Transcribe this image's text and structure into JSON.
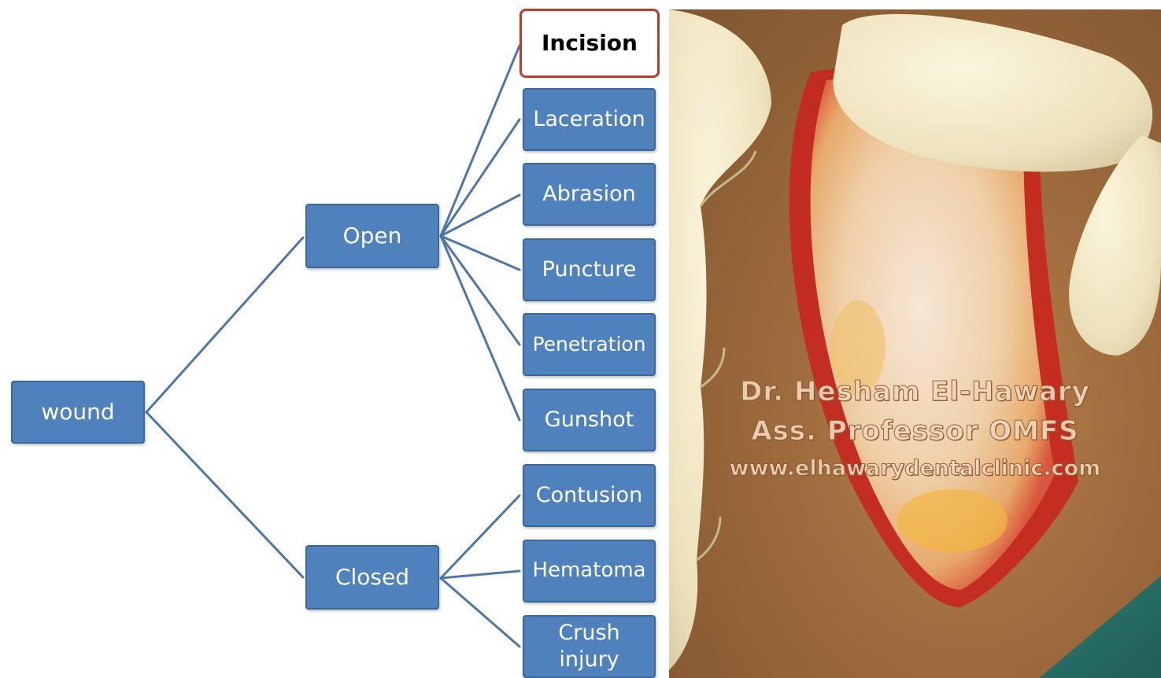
{
  "diagram": {
    "root": "wound",
    "branches": [
      {
        "label": "Open",
        "children": [
          "Incision",
          "Laceration",
          "Abrasion",
          "Puncture",
          "Penetration",
          "Gunshot"
        ]
      },
      {
        "label": "Closed",
        "children": [
          "Contusion",
          "Hematoma",
          "Crush injury"
        ]
      }
    ],
    "highlighted": "Incision",
    "colors": {
      "node_fill": "#4f81bd",
      "node_border": "#3d6796",
      "connector": "#4f76a8",
      "highlight_border": "#c0392b"
    }
  },
  "photo": {
    "subject": "clinical-wound-photo",
    "watermark": {
      "line1": "Dr. Hesham El-Hawary",
      "line2": "Ass. Professor OMFS",
      "line3": "www.elhawarydentalclinic.com"
    }
  }
}
